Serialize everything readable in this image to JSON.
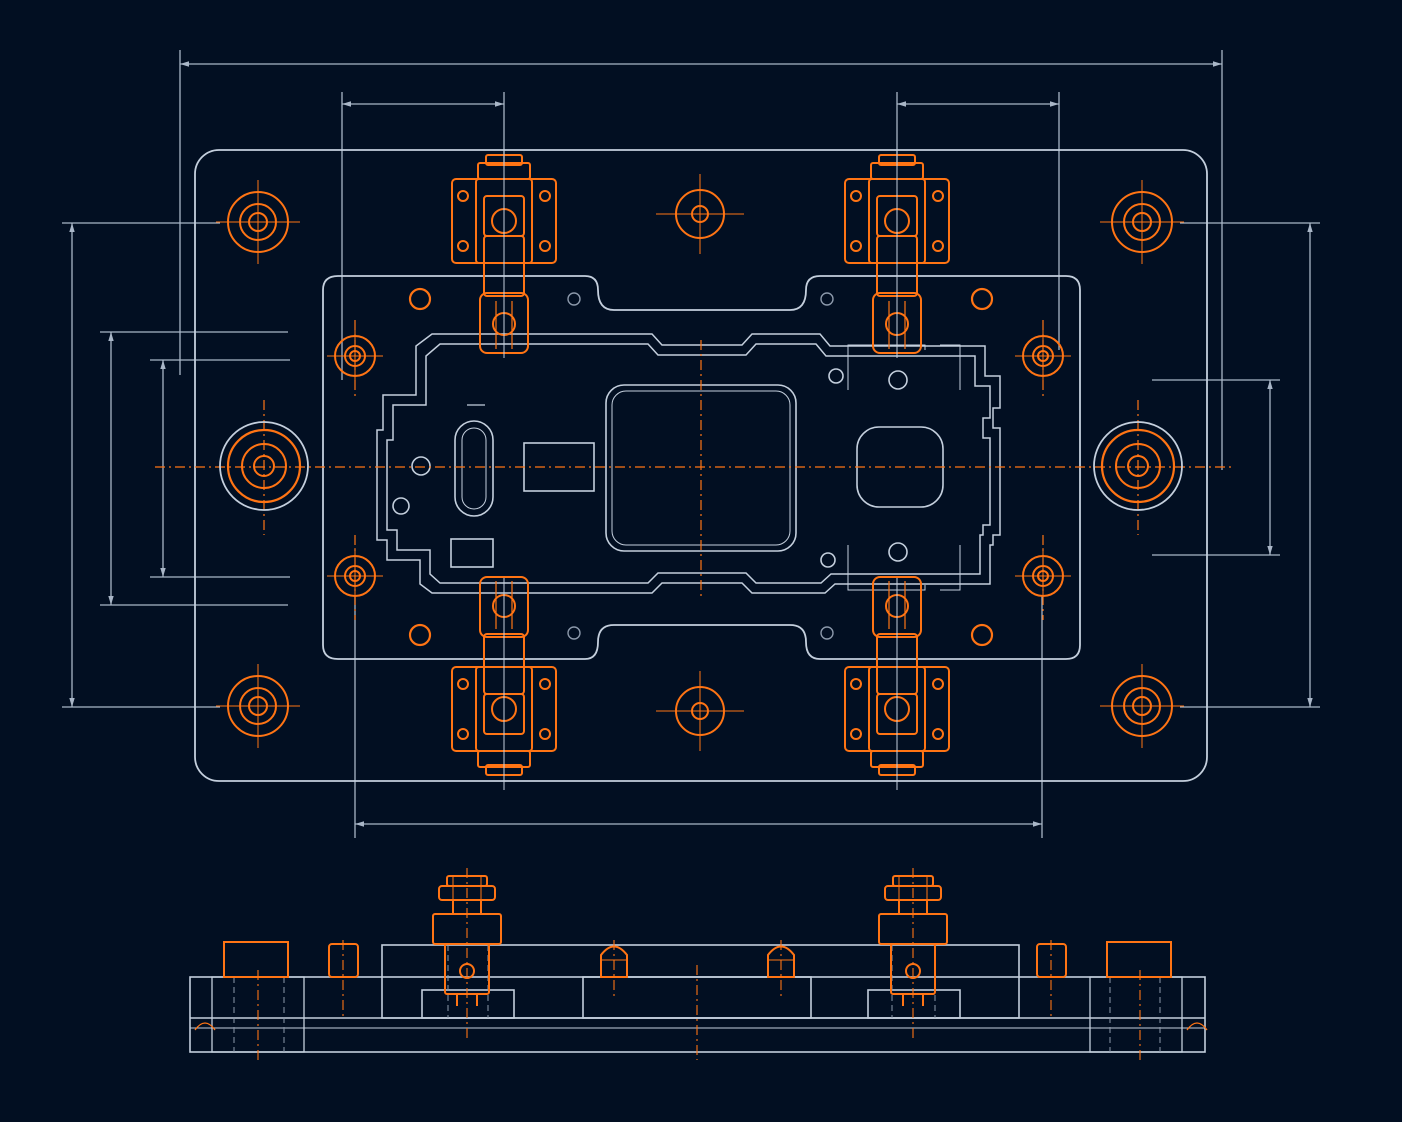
{
  "drawing": {
    "views": [
      "plan-view",
      "side-elevation"
    ],
    "colors": {
      "background": "#020f22",
      "outline": "#c4cfdd",
      "outline_dim": "#8c99ab",
      "accent": "#ff7414",
      "dimension": "#a9b6c7"
    },
    "plan_view": {
      "base_plate_bolt_holes": 6,
      "dowel_bushings": 2,
      "locating_pins": 4,
      "toggle_clamps": 4,
      "corner_pin_holes": 4
    },
    "side_view": {
      "toggle_clamps": 2,
      "corner_blocks": 2,
      "posts": 4
    },
    "text_labels": []
  }
}
